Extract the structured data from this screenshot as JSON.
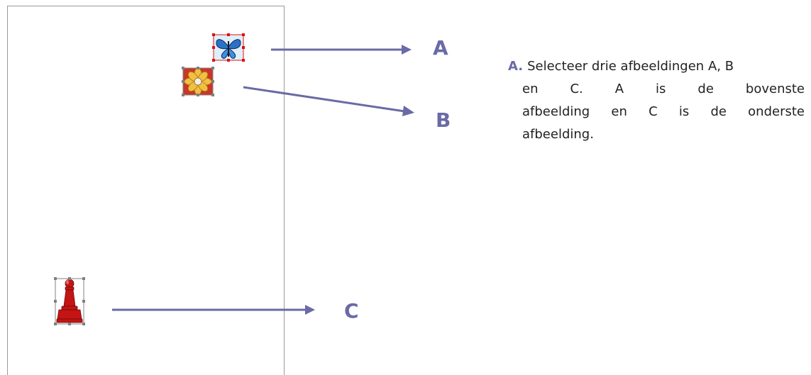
{
  "labels": {
    "a": "A",
    "b": "B",
    "c": "C"
  },
  "instruction": {
    "marker": "A.",
    "line1": "Selecteer drie afbeeldingen A, B",
    "line2": "en C. A is de bovenste",
    "line3": "afbeelding en C is de onderste",
    "line4": "afbeelding."
  },
  "images": {
    "top": "butterfly",
    "middle": "flower",
    "bottom": "chess pawn"
  },
  "colors": {
    "accent": "#6a6aa6",
    "arrow": "#6a6aa6",
    "selection_red": "#e01010",
    "selection_grey": "#808080"
  }
}
